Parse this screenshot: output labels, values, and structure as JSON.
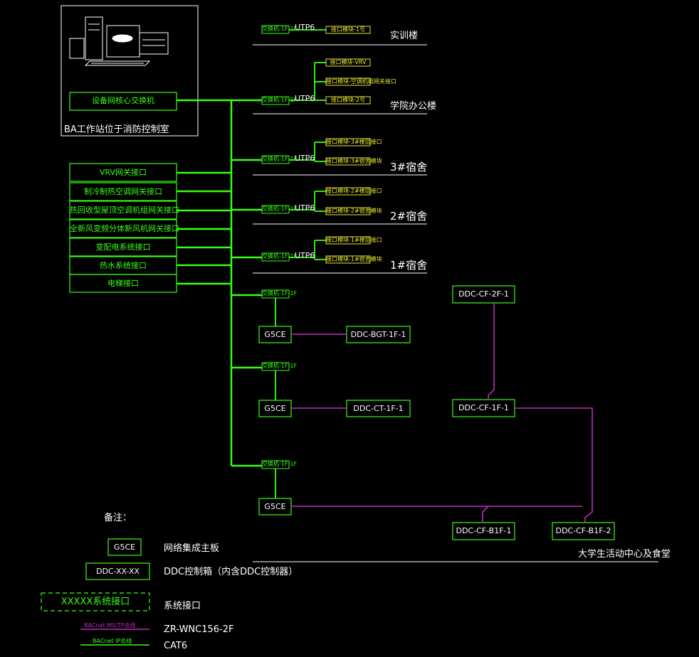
{
  "workstation": {
    "switch_label": "设备网核心交换机",
    "room_label": "BA工作站位于消防控制室"
  },
  "gateways": [
    "VRV网关接口",
    "制冷制热空调网关接口",
    "热回收型屋顶空调机组网关接口",
    "全新风变频分体新风机网关接口",
    "变配电系统接口",
    "热水系统接口",
    "电梯接口"
  ],
  "media_label": "UTP6",
  "buildings": [
    {
      "name": "实训楼",
      "switch": "交换机-1F-1F",
      "nodes": [
        "接口模块-1号"
      ]
    },
    {
      "name": "学院办公楼",
      "switch": "交换机-1F-1F",
      "nodes": [
        "接口模块-VRV",
        "接口模块-空调机组网关接口",
        "接口模块-2号"
      ]
    },
    {
      "name": "3#宿舍",
      "switch": "交换机-1F-1F",
      "nodes": [
        "接口模块-3#楼层接口",
        "接口模块-3#宿舍模块"
      ]
    },
    {
      "name": "2#宿舍",
      "switch": "交换机-1F-1F",
      "nodes": [
        "接口模块-2#楼层接口",
        "接口模块-2#宿舍模块"
      ]
    },
    {
      "name": "1#宿舍",
      "switch": "交换机-1F-1F",
      "nodes": [
        "接口模块-1#楼层接口",
        "接口模块-1#宿舍模块"
      ]
    }
  ],
  "g5ce_groups": [
    {
      "switch": "交换机-1F-1F",
      "main": "G5CE",
      "ddc": "DDC-BGT-1F-1"
    },
    {
      "switch": "交换机-1F-1F",
      "main": "G5CE",
      "ddc": "DDC-CT-1F-1"
    },
    {
      "switch": "交换机-1F-1F",
      "main": "G5CE"
    }
  ],
  "ddc_cf": {
    "top": "DDC-CF-2F-1",
    "mid": "DDC-CF-1F-1",
    "b1": "DDC-CF-B1F-1",
    "b2": "DDC-CF-B1F-2",
    "building": "大学生活动中心及食堂"
  },
  "legend": {
    "title": "备注：",
    "g5ce": "G5CE",
    "g5ce_desc": "网络集成主板",
    "ddc": "DDC-XX-XX",
    "ddc_desc": "DDC控制箱（内含DDC控制器）",
    "iface": "XXXXX系统接口",
    "iface_desc": "系统接口",
    "purple_caption": "BACnet MS/TP总线",
    "purple_desc": "ZR-WNC156-2F",
    "green_caption": "BACnet IP总线",
    "green_desc": "CAT6"
  },
  "colors": {
    "bus_green": "#39ff14",
    "bus_purple": "#c02ac0",
    "node_yellow": "#e8e832",
    "frame_white": "#ffffff"
  }
}
